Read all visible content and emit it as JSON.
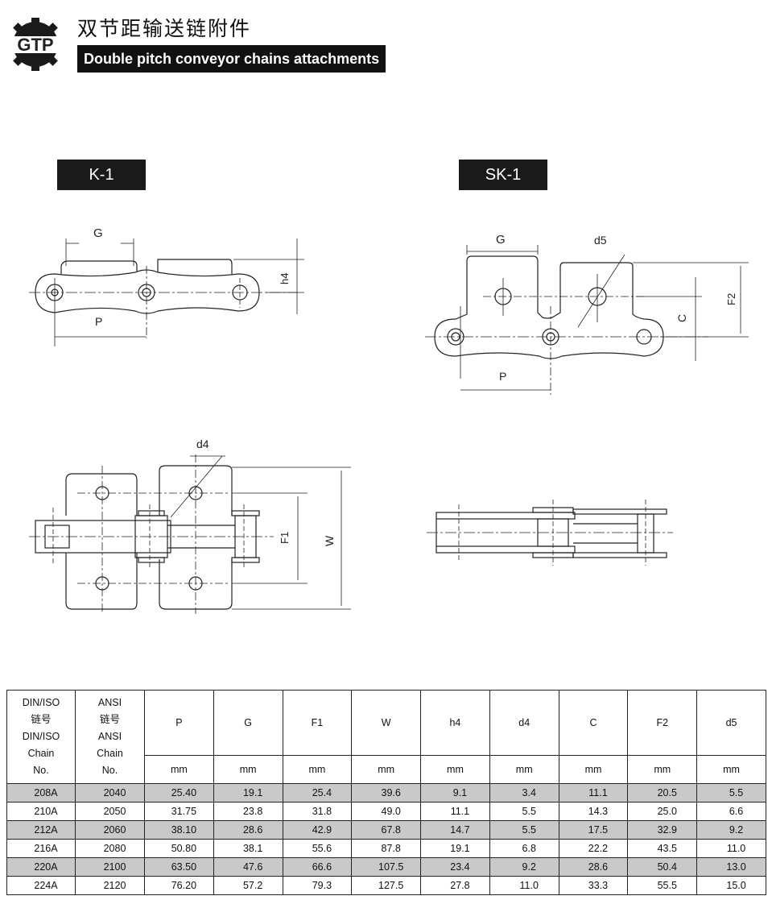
{
  "header": {
    "logo_text": "GTP",
    "title_cn": "双节距输送链附件",
    "title_en": "Double pitch conveyor chains attachments"
  },
  "diagrams": {
    "k1": {
      "tag": "K-1",
      "labels": {
        "G": "G",
        "h4": "h4",
        "P": "P"
      }
    },
    "sk1": {
      "tag": "SK-1",
      "labels": {
        "G": "G",
        "d5": "d5",
        "F2": "F2",
        "C": "C",
        "P": "P"
      }
    },
    "top_view": {
      "labels": {
        "d4": "d4",
        "F1": "F1",
        "W": "W"
      }
    }
  },
  "table": {
    "headers": [
      [
        "DIN/ISO",
        "链号",
        "DIN/ISO",
        "Chain",
        "No."
      ],
      [
        "ANSI",
        "链号",
        "ANSI",
        "Chain",
        "No."
      ],
      [
        "P"
      ],
      [
        "G"
      ],
      [
        "F1"
      ],
      [
        "W"
      ],
      [
        "h4"
      ],
      [
        "d4"
      ],
      [
        "C"
      ],
      [
        "F2"
      ],
      [
        "d5"
      ]
    ],
    "units": [
      "mm",
      "mm",
      "mm",
      "mm",
      "mm",
      "mm",
      "mm",
      "mm",
      "mm"
    ],
    "rows": [
      [
        "208A",
        "2040",
        "25.40",
        "19.1",
        "25.4",
        "39.6",
        "9.1",
        "3.4",
        "11.1",
        "20.5",
        "5.5"
      ],
      [
        "210A",
        "2050",
        "31.75",
        "23.8",
        "31.8",
        "49.0",
        "11.1",
        "5.5",
        "14.3",
        "25.0",
        "6.6"
      ],
      [
        "212A",
        "2060",
        "38.10",
        "28.6",
        "42.9",
        "67.8",
        "14.7",
        "5.5",
        "17.5",
        "32.9",
        "9.2"
      ],
      [
        "216A",
        "2080",
        "50.80",
        "38.1",
        "55.6",
        "87.8",
        "19.1",
        "6.8",
        "22.2",
        "43.5",
        "11.0"
      ],
      [
        "220A",
        "2100",
        "63.50",
        "47.6",
        "66.6",
        "107.5",
        "23.4",
        "9.2",
        "28.6",
        "50.4",
        "13.0"
      ],
      [
        "224A",
        "2120",
        "76.20",
        "57.2",
        "79.3",
        "127.5",
        "27.8",
        "11.0",
        "33.3",
        "55.5",
        "15.0"
      ]
    ]
  }
}
